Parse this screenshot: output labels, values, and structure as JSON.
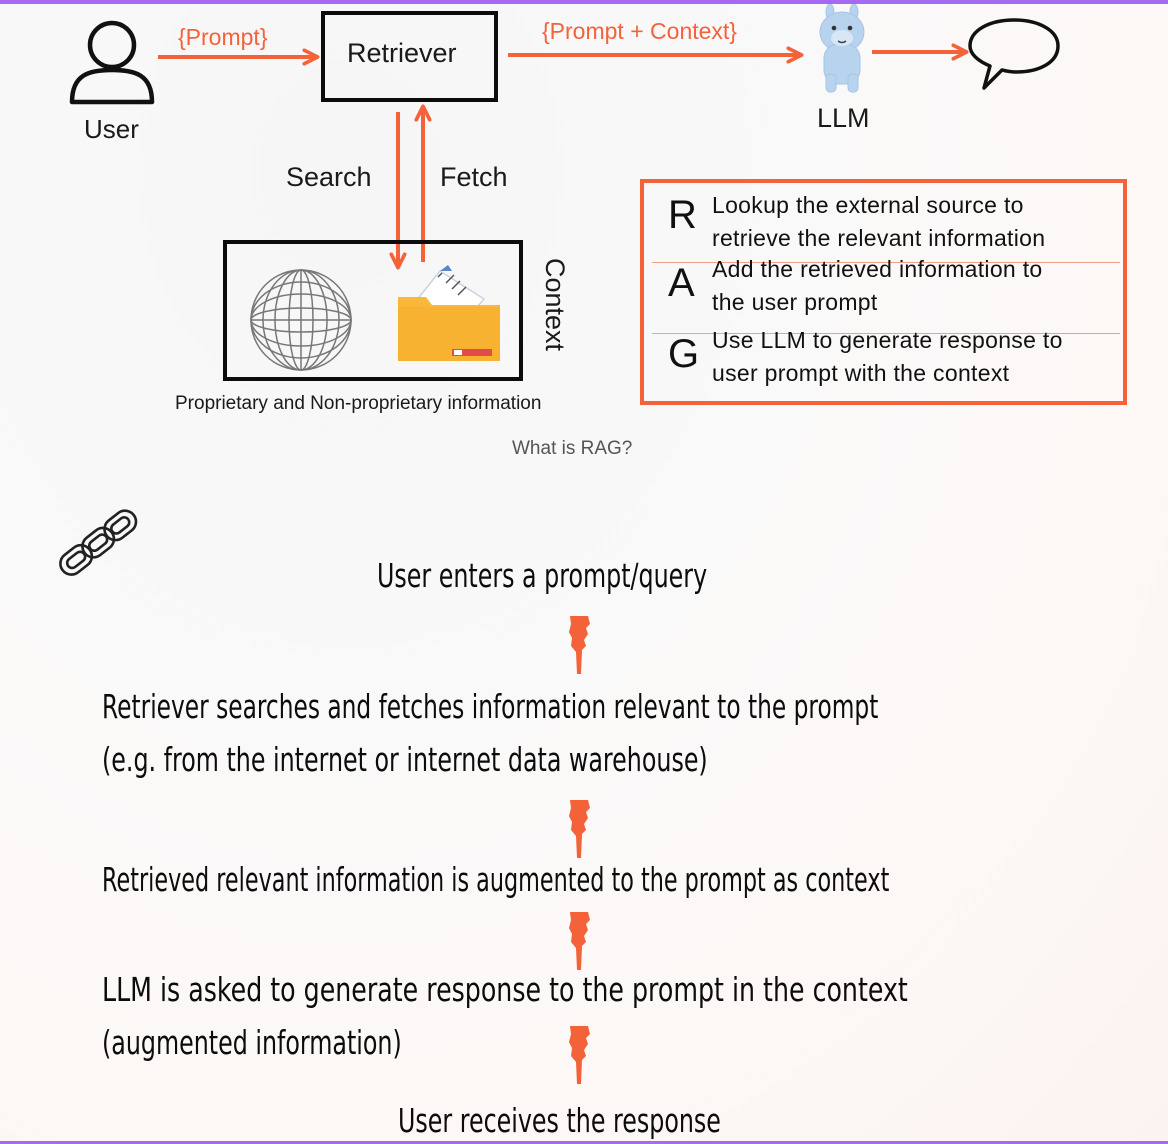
{
  "diagram": {
    "user_label": "User",
    "prompt_arrow_label": "{Prompt}",
    "retriever_label": "Retriever",
    "prompt_context_left": "{Prompt ",
    "prompt_context_plus": "+",
    "prompt_context_right": " Context}",
    "llm_label": "LLM",
    "search_label": "Search",
    "fetch_label": "Fetch",
    "context_label": "Context",
    "info_caption": "Proprietary and Non-proprietary information",
    "figure_caption": "What is RAG?"
  },
  "rag": [
    {
      "letter": "R",
      "line1": "Lookup the external source to",
      "line2": "retrieve the  relevant information"
    },
    {
      "letter": "A",
      "line1": "Add the retrieved information to",
      "line2": "the user prompt"
    },
    {
      "letter": "G",
      "line1": "Use LLM to generate response to",
      "line2": "user prompt with the context"
    }
  ],
  "steps": {
    "s1": "User enters a prompt/query",
    "s2_line1": "Retriever searches and fetches information relevant to the prompt",
    "s2_line2": "(e.g. from the internet or internet data warehouse)",
    "s3": "Retrieved relevant information is augmented to the prompt as context",
    "s4_line1": "LLM is asked to generate response to the prompt in the context",
    "s4_line2": "(augmented information)",
    "s5": "User receives the response"
  },
  "colors": {
    "accent": "#f4623a",
    "frame": "#a46af2",
    "ink": "#0c0c0c"
  },
  "icons": [
    "user-icon",
    "speech-bubble-icon",
    "llama-icon",
    "globe-icon",
    "folder-icon",
    "chain-link-icon",
    "pointing-hand-icon"
  ]
}
